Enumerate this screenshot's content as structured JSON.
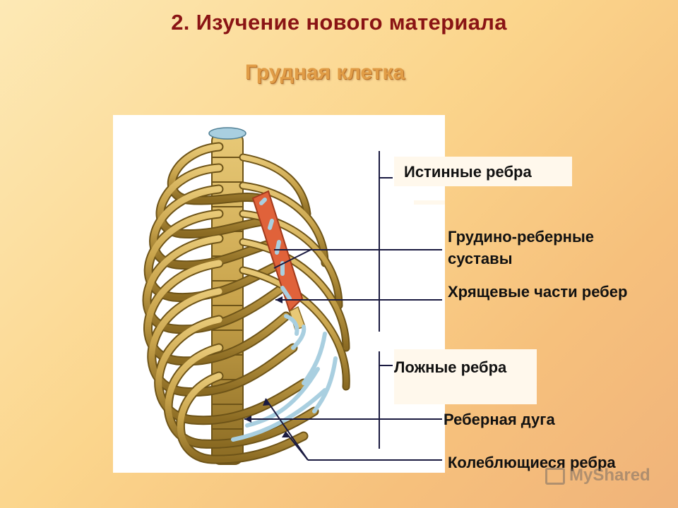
{
  "header": {
    "title": "2. Изучение нового материала",
    "subtitle": "Грудная клетка"
  },
  "labels": {
    "true_ribs": "Истинные ребра",
    "sternocostal_joints": "Грудино-реберные суставы",
    "cartilage_parts": "Хрящевые части ребер",
    "false_ribs": "Ложные ребра",
    "costal_arch": "Реберная дуга",
    "floating_ribs": "Колеблющиеся ребра"
  },
  "watermark": {
    "text": "MyShared",
    "icon": "presentation-board-icon"
  },
  "colors": {
    "title": "#8a1414",
    "subtitle": "#e19d47",
    "bone": "#c9a44c",
    "bone_dark": "#6e5418",
    "cartilage": "#a9cfe0",
    "sternum": "#e0623a"
  }
}
